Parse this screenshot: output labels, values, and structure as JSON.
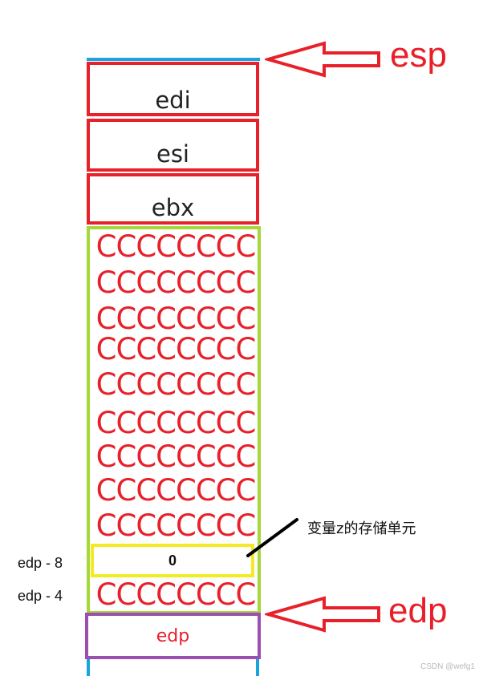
{
  "registers": {
    "edi": "edi",
    "esi": "esi",
    "ebx": "ebx"
  },
  "fill_pattern": "CCCCCCCC",
  "fill_rows": [
    "CCCCCCCC",
    "CCCCCCCC",
    "CCCCCCCC",
    "CCCCCCCC",
    "CCCCCCCC",
    "CCCCCCCC",
    "CCCCCCCC",
    "CCCCCCCC",
    "CCCCCCCC"
  ],
  "variable_cell": {
    "value": "0",
    "annotation": "变量z的存储单元"
  },
  "bottom_fill": "CCCCCCCC",
  "offsets": {
    "minus8": "edp - 8",
    "minus4": "edp - 4"
  },
  "base_cell": "edp",
  "pointers": {
    "top": "esp",
    "bottom": "edp"
  },
  "watermark": "CSDN @wefg1",
  "colors": {
    "register_border": "#e8202a",
    "fill_border": "#a4d83a",
    "variable_border": "#f4ea24",
    "base_border": "#9b4fae",
    "stack_edge": "#1aa3e0",
    "fill_text": "#e8202a"
  }
}
